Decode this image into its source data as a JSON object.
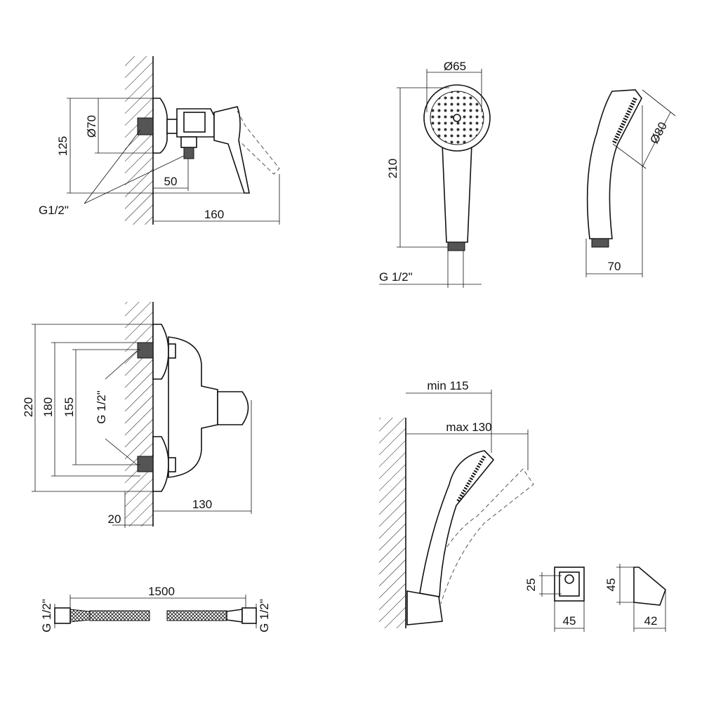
{
  "mixer_side": {
    "diameter": "Ø70",
    "height": "125",
    "offset": "50",
    "depth": "160",
    "thread": "G1/2\""
  },
  "hand_shower_front": {
    "diameter": "Ø65",
    "length": "210",
    "thread": "G 1/2\""
  },
  "hand_shower_side": {
    "diameter": "Ø80",
    "depth": "70"
  },
  "mixer_front": {
    "total": "220",
    "span": "180",
    "centers": "155",
    "thread": "G 1/2\"",
    "wall": "20",
    "projection": "130"
  },
  "hose": {
    "length": "1500",
    "thread_left": "G 1/2\"",
    "thread_right": "G 1/2\""
  },
  "holder_assembly": {
    "min": "min 115",
    "max": "max 130"
  },
  "holder_front": {
    "height": "25",
    "width": "45"
  },
  "holder_side": {
    "height": "45",
    "depth": "42"
  }
}
